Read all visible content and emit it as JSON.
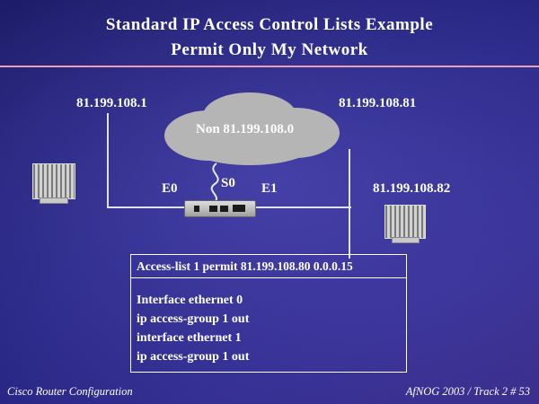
{
  "slide": {
    "title": {
      "line1": "Standard IP Access Control Lists Example",
      "line2": "Permit Only My Network"
    },
    "diagram": {
      "host_left_ip": "81.199.108.1",
      "host_top_right_ip": "81.199.108.81",
      "cloud_label": "Non 81.199.108.0",
      "interface_e0": "E0",
      "interface_s0": "S0",
      "interface_e1": "E1",
      "host_right_ip": "81.199.108.82"
    },
    "config_box": {
      "acl_line": "Access-list 1 permit 81.199.108.80 0.0.0.15",
      "lines": [
        "Interface ethernet 0",
        "ip access-group 1 out",
        "interface ethernet 1",
        "ip access-group 1 out"
      ]
    },
    "footer": {
      "left": "Cisco Router Configuration",
      "right": "AfNOG 2003 / Track 2  # 53"
    },
    "colors": {
      "background_center": "#3a3aa0",
      "background_edge": "#15155e",
      "title_text": "#ffffff",
      "divider_pink": "#e9a0b5",
      "cloud_gray": "#b5b5b5",
      "line_gray": "#e2e2e2"
    }
  }
}
